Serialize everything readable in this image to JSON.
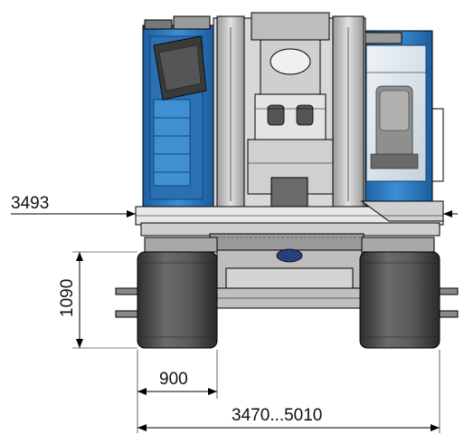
{
  "drawing": {
    "dimensions": {
      "machine_width": "3493",
      "track_height": "1090",
      "track_width": "900",
      "track_gauge": "3470...5010"
    }
  },
  "colors": {
    "blue": "#2f7fc3",
    "blue_dark": "#1a4f86",
    "steel": "#c9c9c9",
    "steel_dark": "#8a8a8a",
    "rubber": "#4a4a4a",
    "line": "#000000"
  }
}
